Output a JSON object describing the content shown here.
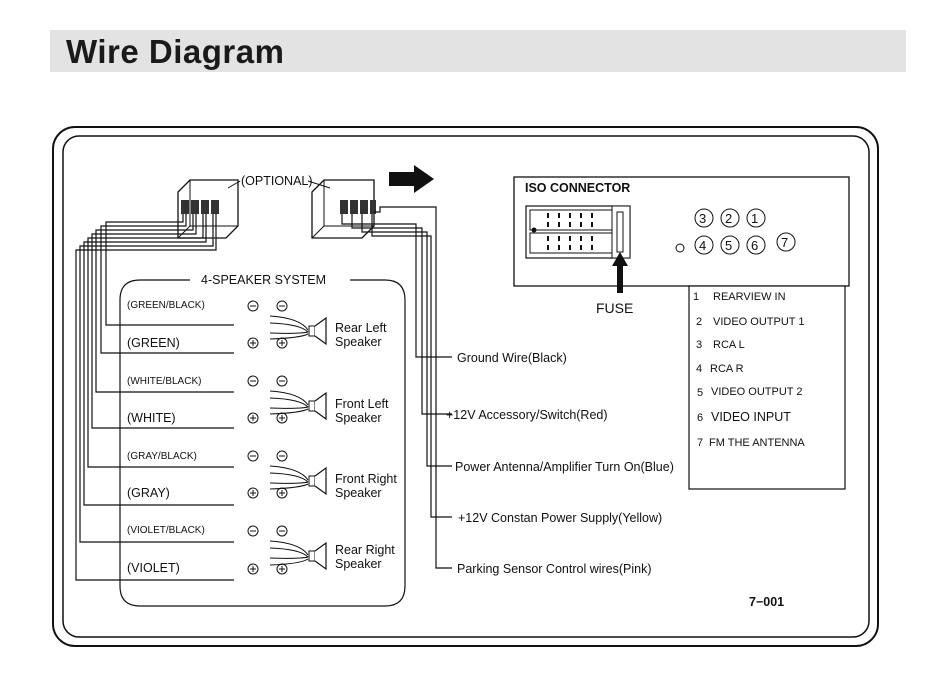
{
  "title": "Wire Diagram",
  "connector": {
    "optional_label": "(OPTIONAL)"
  },
  "speaker_system": {
    "label": "4-SPEAKER SYSTEM",
    "wires": [
      {
        "label": "(GREEN/BLACK)",
        "polarity": "−"
      },
      {
        "label": "(GREEN)",
        "polarity": "+"
      },
      {
        "label": "(WHITE/BLACK)",
        "polarity": "−"
      },
      {
        "label": "(WHITE)",
        "polarity": "+"
      },
      {
        "label": "(GRAY/BLACK)",
        "polarity": "−"
      },
      {
        "label": "(GRAY)",
        "polarity": "+"
      },
      {
        "label": "(VIOLET/BLACK)",
        "polarity": "−"
      },
      {
        "label": "(VIOLET)",
        "polarity": "+"
      }
    ],
    "speakers": [
      {
        "line1": "Rear Left",
        "line2": "Speaker"
      },
      {
        "line1": "Front Left",
        "line2": "Speaker"
      },
      {
        "line1": "Front Right",
        "line2": "Speaker"
      },
      {
        "line1": "Rear Right",
        "line2": "Speaker"
      }
    ]
  },
  "power_wires": [
    "Ground  Wire(Black)",
    "+12V Accessory/Switch(Red)",
    "Power Antenna/Amplifier Turn On(Blue)",
    "+12V Constan Power Supply(Yellow)",
    "Parking Sensor Control wires(Pink)"
  ],
  "iso": {
    "label": "ISO CONNECTOR",
    "fuse_label": "FUSE",
    "pin_numbers_top": [
      "3",
      "2",
      "1"
    ],
    "pin_numbers_bottom": [
      "4",
      "5",
      "6",
      "7"
    ]
  },
  "pin_legend": [
    {
      "num": "1",
      "text": "REARVIEW IN"
    },
    {
      "num": "2",
      "text": "VIDEO OUTPUT  1"
    },
    {
      "num": "3",
      "text": "RCA L"
    },
    {
      "num": "4",
      "text": "RCA R"
    },
    {
      "num": "5",
      "text": "VIDEO OUTPUT  2"
    },
    {
      "num": "6",
      "text": "VIDEO  INPUT"
    },
    {
      "num": "7",
      "text": "FM THE ANTENNA"
    }
  ],
  "model_code": "7−001"
}
